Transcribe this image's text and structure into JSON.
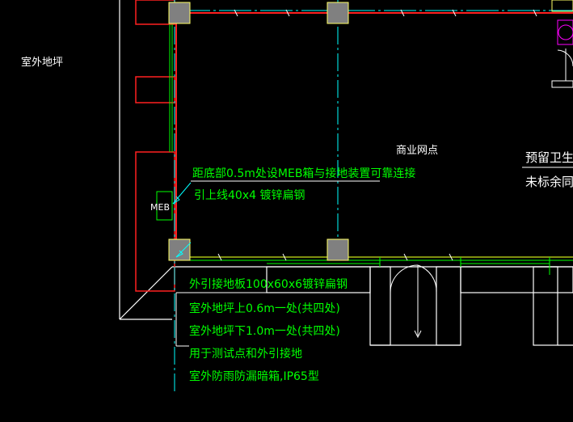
{
  "colors": {
    "background": "#000000",
    "wall": "#ffffff",
    "axis_red": "#ff2020",
    "cyan": "#00ffff",
    "green": "#00ff00",
    "column": "#808080",
    "column_edge": "#ffff66",
    "magenta": "#ff00ff",
    "yellow_green": "#ccff33"
  },
  "labels": {
    "outdoor_ground": "室外地坪",
    "commercial_unit": "商业网点",
    "reserved_bathroom": "预留卫生",
    "unlabeled_same": "未标余同",
    "meb": "MEB"
  },
  "notes": {
    "meb_connection": "距底部0.5m处设MEB箱与接地装置可靠连接",
    "down_conductor": "引上线40x4 镀锌扁钢",
    "outer_lead": "外引接地板100x60x6镀锌扁钢",
    "above_ground": "室外地坪上0.6m一处(共四处)",
    "below_ground": "室外地坪下1.0m一处(共四处)",
    "test_point": "用于测试点和外引接地",
    "outdoor_box": "室外防雨防漏暗箱,IP65型"
  }
}
